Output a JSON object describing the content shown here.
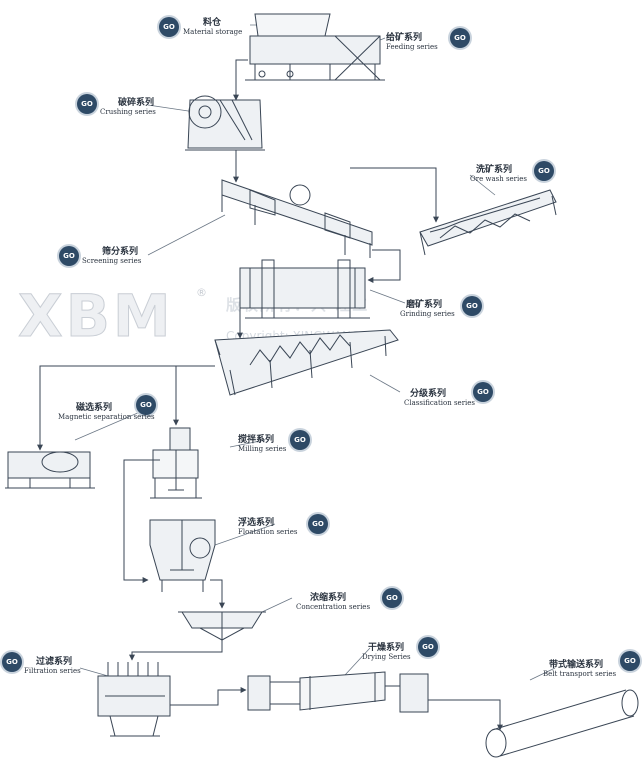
{
  "watermark": {
    "brand": "XBM",
    "reg": "®",
    "chinese": "版权所有：兴 旺工",
    "copyright": "Copyright: XINGWANG"
  },
  "steps": {
    "material_storage": {
      "zh": "料仓",
      "en": "Material storage",
      "go": "GO"
    },
    "feeding": {
      "zh": "给矿系列",
      "en": "Feeding series",
      "go": "GO"
    },
    "crushing": {
      "zh": "破碎系列",
      "en": "Crushing series",
      "go": "GO"
    },
    "ore_wash": {
      "zh": "洗矿系列",
      "en": "Ore wash series",
      "go": "GO"
    },
    "screening": {
      "zh": "筛分系列",
      "en": "Screening series",
      "go": "GO"
    },
    "grinding": {
      "zh": "磨矿系列",
      "en": "Grinding series",
      "go": "GO"
    },
    "classification": {
      "zh": "分级系列",
      "en": "Classification series",
      "go": "GO"
    },
    "magnetic": {
      "zh": "磁选系列",
      "en": "Magnetic separation series",
      "go": "GO"
    },
    "milling": {
      "zh": "搅拌系列",
      "en": "Milling series",
      "go": "GO"
    },
    "floatation": {
      "zh": "浮选系列",
      "en": "Floatation series",
      "go": "GO"
    },
    "concentration": {
      "zh": "浓缩系列",
      "en": "Concentration series",
      "go": "GO"
    },
    "filtration": {
      "zh": "过滤系列",
      "en": "Filtration series",
      "go": "GO"
    },
    "drying": {
      "zh": "干燥系列",
      "en": "Drying Series",
      "go": "GO"
    },
    "belt": {
      "zh": "带式输送系列",
      "en": "Belt transport series",
      "go": "GO"
    }
  }
}
